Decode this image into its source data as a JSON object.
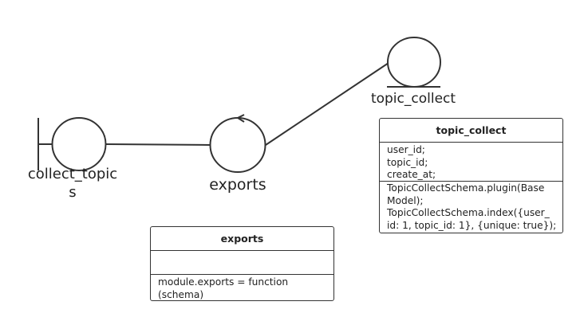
{
  "nodes": {
    "collect_topics": {
      "label_lines": [
        "collect_topic",
        "s"
      ],
      "kind": "boundary"
    },
    "exports": {
      "label": "exports",
      "kind": "control"
    },
    "topic_collect": {
      "label": "topic_collect",
      "kind": "entity"
    }
  },
  "classes": {
    "topic_collect": {
      "title": "topic_collect",
      "attributes": [
        "user_id;",
        "topic_id;",
        "create_at;"
      ],
      "operations": [
        "TopicCollectSchema.plugin(Base",
        "Model);",
        "TopicCollectSchema.index({user_",
        "id: 1, topic_id: 1}, {unique: true});"
      ]
    },
    "exports": {
      "title": "exports",
      "attributes": [],
      "operations": [
        "module.exports = function",
        "(schema)"
      ]
    }
  },
  "edges": [
    {
      "from": "collect_topics",
      "to": "exports"
    },
    {
      "from": "exports",
      "to": "topic_collect"
    }
  ]
}
